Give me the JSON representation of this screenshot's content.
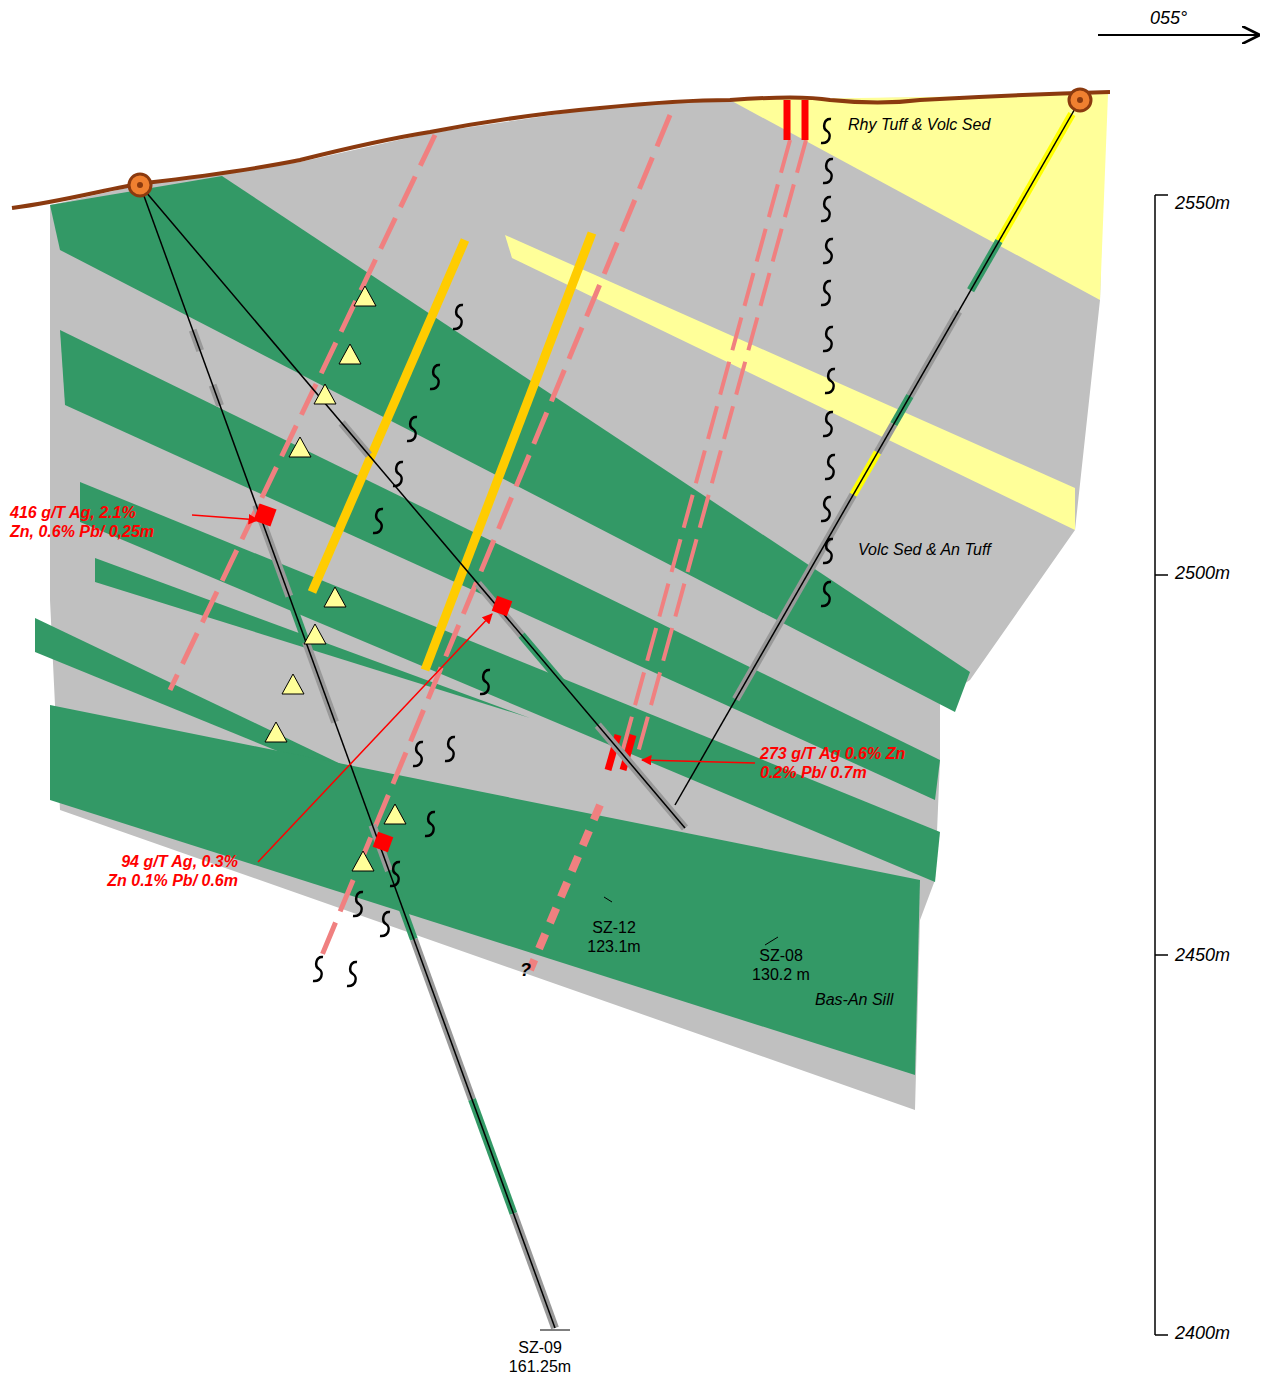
{
  "diagram": {
    "labels": [
      "055°",
      "Rhy Tuff & Volc Sed",
      "Volc Sed & An Tuff",
      "Bas-An Sill",
      "416 g/T Ag, 2.1% Zn, 0.6% Pb/ 0,25m",
      "94 g/T Ag, 0.3% Zn 0.1% Pb/ 0.6m",
      "273 g/T Ag 0.6% Zn 0.2% Pb/ 0.7m",
      "SZ-12 123.1m",
      "SZ-08 130.2 m",
      "SZ-09 161.25m",
      "?",
      "2550m",
      "2500m",
      "2450m",
      "2400m"
    ]
  }
}
